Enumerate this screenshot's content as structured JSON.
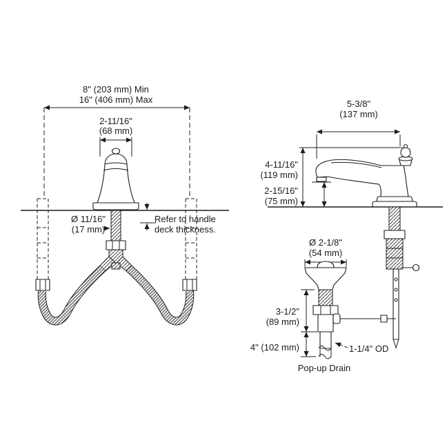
{
  "colors": {
    "ink": "#1c1c1c",
    "background": "#ffffff"
  },
  "labels": {
    "spread_min": "8\" (203 mm) Min",
    "spread_max": "16\" (406 mm) Max",
    "spout_width_in": "2-11/16\"",
    "spout_width_mm": "(68 mm)",
    "shank_dia_in": "Ø 11/16\"",
    "shank_dia_mm": "(17 mm)",
    "deck_note_line1": "Refer to handle",
    "deck_note_line2": "deck thickness.",
    "reach_in": "5-3/8\"",
    "reach_mm": "(137 mm)",
    "height_in": "4-11/16\"",
    "height_mm": "(119 mm)",
    "outlet_height_in": "2-15/16\"",
    "outlet_height_mm": "(75 mm)",
    "drain_dia_in": "Ø 2-1/8\"",
    "drain_dia_mm": "(54 mm)",
    "drain_upper_in": "3-1/2\"",
    "drain_upper_mm": "(89 mm)",
    "drain_lower": "4\" (102 mm)",
    "tailpiece_od": "1-1/4\" OD",
    "popup_drain": "Pop-up Drain"
  }
}
